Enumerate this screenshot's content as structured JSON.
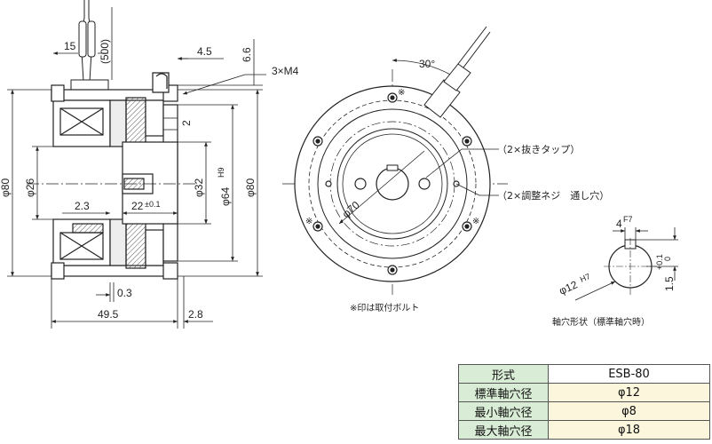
{
  "front_view": {
    "dims": {
      "d15": "15",
      "d500": "(500)",
      "d4_5": "4.5",
      "d6_6": "6.6",
      "screws": "3×M4",
      "d2": "2",
      "phi80_left": "φ80",
      "phi26": "φ26",
      "phi32": "φ32",
      "phi64": "φ64",
      "phi64_tol": "H9",
      "phi80_right": "φ80",
      "d2_3": "2.3",
      "d22": "22",
      "d22_tol": "±0.1",
      "d0_3": "0.3",
      "d49_5": "49.5",
      "d2_8": "2.8"
    }
  },
  "side_view": {
    "angle": "30°",
    "marker": "※",
    "phi70": "φ70",
    "callout_tap": "（2×抜きタップ）",
    "callout_screw": "（2×調整ネジ　通し穴）",
    "note": "※印は取付ボルト"
  },
  "shaft_hole": {
    "width": "4",
    "width_tol": "F7",
    "phi12": "φ12",
    "phi12_tol": "H7",
    "depth": "1.5",
    "depth_tol_upper": "+0.1",
    "depth_tol_lower": "0",
    "caption": "軸穴形状（標準軸穴時）"
  },
  "spec_table": {
    "model_label": "形式",
    "model_value": "ESB-80",
    "rows": [
      {
        "label": "標準軸穴径",
        "value": "φ12"
      },
      {
        "label": "最小軸穴径",
        "value": "φ8"
      },
      {
        "label": "最大軸穴径",
        "value": "φ18"
      }
    ]
  }
}
